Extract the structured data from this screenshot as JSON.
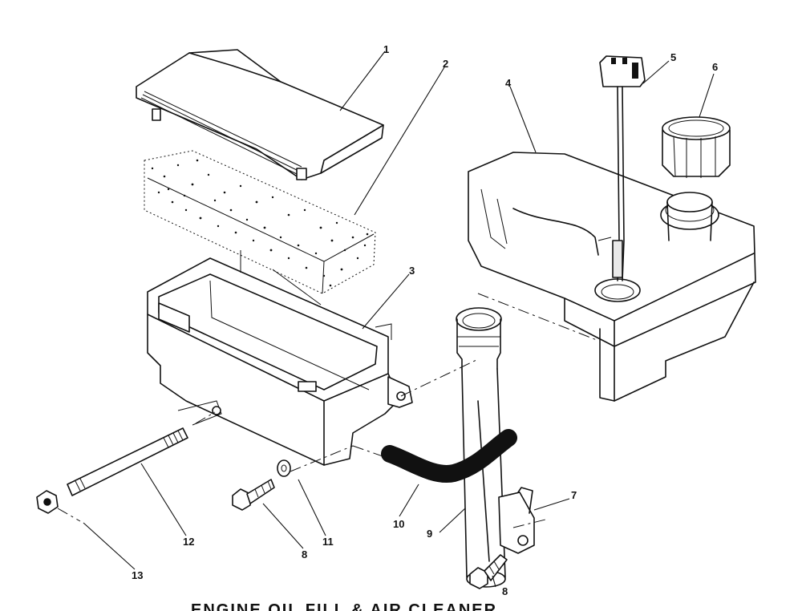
{
  "callouts": {
    "c1": "1",
    "c2": "2",
    "c3": "3",
    "c4": "4",
    "c5": "5",
    "c6": "6",
    "c7": "7",
    "c8a": "8",
    "c8b": "8",
    "c9": "9",
    "c10": "10",
    "c11": "11",
    "c12": "12",
    "c13": "13"
  },
  "caption": "ENGINE OIL FILL & AIR CLEANER"
}
